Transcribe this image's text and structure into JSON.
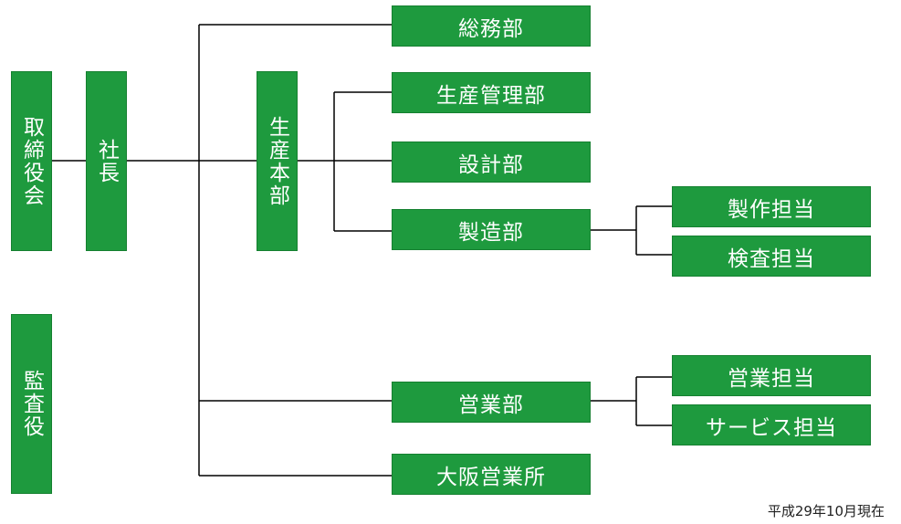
{
  "org_chart": {
    "board": "取締役会",
    "president": "社長",
    "auditor": "監査役",
    "production_hq": "生産本部",
    "general_affairs": "総務部",
    "production_mgmt": "生産管理部",
    "design": "設計部",
    "manufacturing": "製造部",
    "production_staff": "製作担当",
    "inspection_staff": "検査担当",
    "sales": "営業部",
    "sales_staff": "営業担当",
    "service_staff": "サービス担当",
    "osaka_sales": "大阪営業所"
  },
  "footnote": "平成29年10月現在",
  "colors": {
    "box": "#1e9a3e",
    "line": "#000000"
  }
}
